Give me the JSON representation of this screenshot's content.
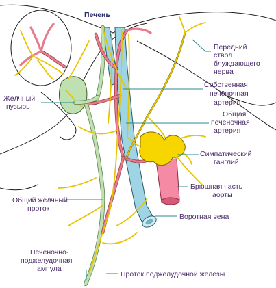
{
  "labels": {
    "liver": "Печень",
    "vagus": [
      "Передний",
      "ствол",
      "блуждающего",
      "нерва"
    ],
    "gallbladder": [
      "Жёлчный",
      "пузырь"
    ],
    "proper_artery": [
      "Собственная",
      "печёночная",
      "артерия"
    ],
    "common_artery": [
      "Общая",
      "печёночная",
      "артерия"
    ],
    "ganglion": [
      "Симпатический",
      "ганглий"
    ],
    "aorta": [
      "Брюшная часть",
      "аорты"
    ],
    "common_bile_duct": [
      "Общий жёлчный",
      "проток"
    ],
    "portal_vein": "Воротная вена",
    "ampulla": [
      "Печеночно-",
      "поджелудочная",
      "ампула"
    ],
    "pancreatic_duct": "Проток поджелудочной железы"
  },
  "colors": {
    "nerve": "#e8c400",
    "artery": "#e87a8a",
    "vein": "#9fd4e4",
    "duct": "#bfe0b0",
    "ganglion": "#f7d600",
    "label": "#4a2a6a",
    "leader": "#2a8a8a"
  }
}
